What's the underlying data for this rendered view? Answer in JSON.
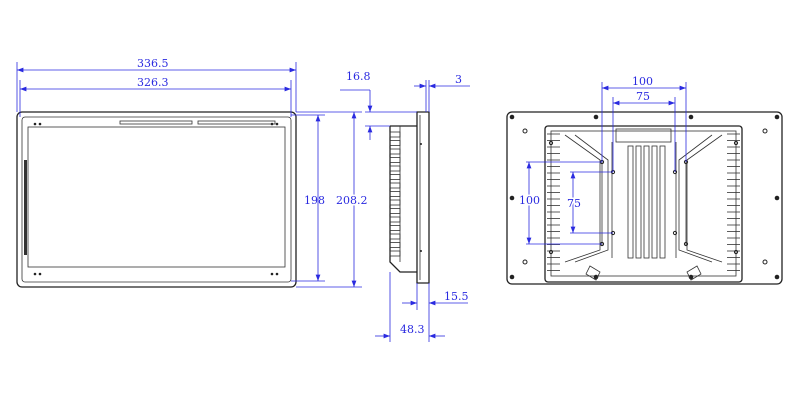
{
  "front_view": {
    "overall_width": "336.5",
    "viewing_width": "326.3",
    "viewing_height": "198",
    "overall_height": "208.2"
  },
  "side_view": {
    "bezel_offset": "16.8",
    "bezel_thickness": "3",
    "panel_depth": "15.5",
    "overall_depth": "48.3"
  },
  "back_view": {
    "vesa_outer_h": "100",
    "vesa_inner_h": "75",
    "vesa_outer_v": "100",
    "vesa_inner_v": "75"
  },
  "colors": {
    "dimension": "#2a2ae0",
    "outline": "#222222"
  }
}
